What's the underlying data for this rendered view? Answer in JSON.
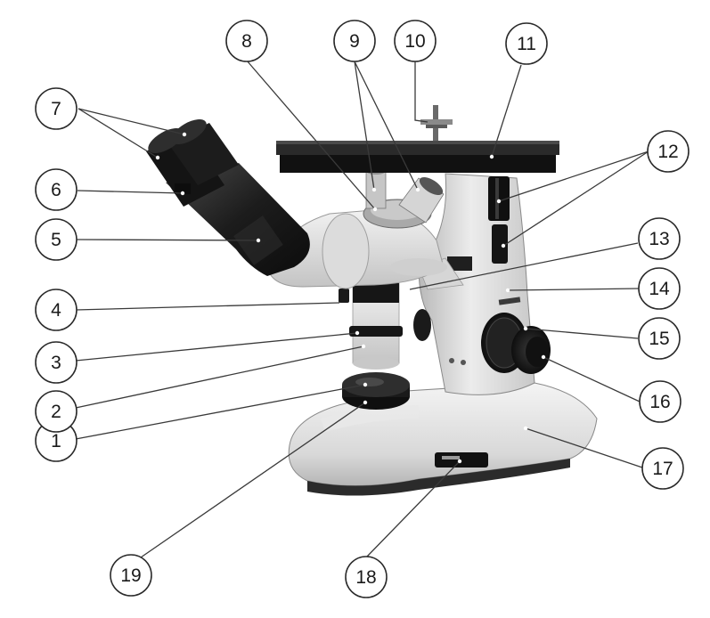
{
  "diagram": {
    "callouts": [
      {
        "number": "1",
        "part": "base-knob"
      },
      {
        "number": "2",
        "part": "illuminator-tube-lower"
      },
      {
        "number": "3",
        "part": "illuminator-ring"
      },
      {
        "number": "4",
        "part": "locking-screw"
      },
      {
        "number": "5",
        "part": "binocular-tube"
      },
      {
        "number": "6",
        "part": "diopter-ring"
      },
      {
        "number": "7",
        "part": "eyepieces"
      },
      {
        "number": "8",
        "part": "nosepiece-ring"
      },
      {
        "number": "9",
        "part": "objectives"
      },
      {
        "number": "10",
        "part": "specimen-clip"
      },
      {
        "number": "11",
        "part": "stage-plate"
      },
      {
        "number": "12",
        "part": "stage-controls"
      },
      {
        "number": "13",
        "part": "arm-bracket"
      },
      {
        "number": "14",
        "part": "microscope-arm"
      },
      {
        "number": "15",
        "part": "coarse-focus-knob"
      },
      {
        "number": "16",
        "part": "fine-focus-knob"
      },
      {
        "number": "17",
        "part": "microscope-base"
      },
      {
        "number": "18",
        "part": "power-switch"
      },
      {
        "number": "19",
        "part": "brightness-knob"
      }
    ]
  },
  "colors": {
    "outline": "#2a2a2a",
    "body_light": "#e6e6e6",
    "body_mid": "#bdbdbd",
    "body_dark": "#1e1e1e",
    "metal": "#9a9a9a"
  }
}
